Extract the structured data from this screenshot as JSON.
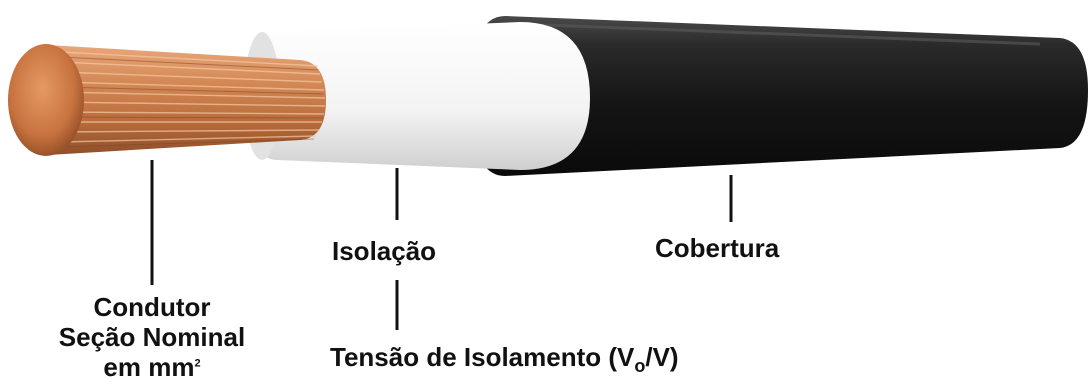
{
  "labels": {
    "conductor": {
      "line1": "Condutor",
      "line2": "Seção Nominal",
      "line3": "em mm",
      "line3_superscript": "2"
    },
    "insulation": "Isolação",
    "sheath": "Cobertura",
    "voltage": {
      "prefix": "Tensão de Isolamento (V",
      "subscript": "o",
      "suffix": "/V)"
    }
  },
  "colors": {
    "copper": "#c8733f",
    "copper_light": "#f3b88a",
    "insulation": "#f4f4f4",
    "sheath": "#1f1f1f",
    "text": "#111111"
  }
}
